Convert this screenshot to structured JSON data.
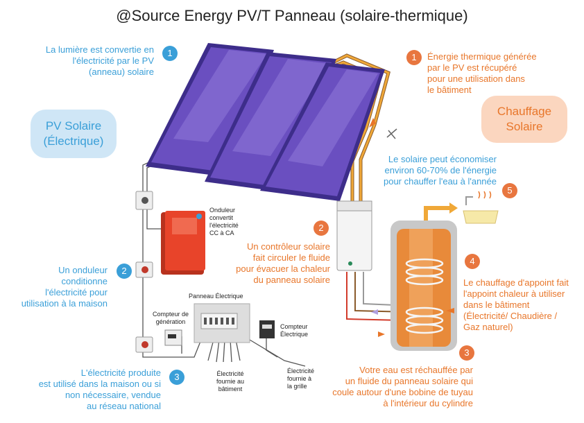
{
  "title": "@Source Energy PV/T Panneau (solaire-thermique)",
  "pv_label": "PV Solaire\n(Électrique)",
  "heat_label": "Chauffage\nSolaire",
  "pv_steps": [
    {
      "num": "1",
      "text": "La lumière est convertie en\nl'électricité par le PV\n(anneau) solaire"
    },
    {
      "num": "2",
      "text": "Un onduleur\nconditionne\nl'électricité pour\nutilisation à la maison"
    },
    {
      "num": "3",
      "text": "L'électricité produite\nest utilisé dans la maison ou si\nnon nécessaire, vendue\nau réseau national"
    }
  ],
  "heat_steps": [
    {
      "num": "1",
      "text": "Énergie thermique générée\npar le PV est récupéré\npour une utilisation dans\nle bâtiment"
    },
    {
      "num": "2",
      "text": "Un contrôleur solaire\nfait circuler le fluide\npour évacuer la chaleur\ndu panneau solaire"
    },
    {
      "num": "3",
      "text": "Votre eau est réchauffée par\nun fluide du panneau solaire qui\ncoule autour d'une bobine de tuyau\nà l'intérieur du cylindre"
    },
    {
      "num": "4",
      "text": "Le chauffage d'appoint fait\nl'appoint chaleur à utiliser\ndans le bâtiment\n(Électricité/ Chaudière /\nGaz naturel)"
    },
    {
      "num": "5",
      "text": "Le solaire peut économiser\nenviron 60-70% de l'énergie\npour chauffer l'eau à l'année"
    }
  ],
  "components": {
    "inverter": "Onduleur\nconvertit\nl'électricité\nCC à CA",
    "panel": "Panneau Électrique",
    "gen_meter": "Compteur de\ngénération",
    "elec_meter": "Compteur\nÉlectrique",
    "supply_building": "Électricité\nfournie au\nbâtiment",
    "supply_grid": "Électricité\nfournie à\nla grille"
  },
  "colors": {
    "blue": "#3a9fd8",
    "orange": "#e8762a",
    "pipe": "#f0a838",
    "panel": "#6a4fc0",
    "inverter": "#e8442a",
    "tank": "#e88a3a"
  },
  "icons": [
    "solar-panel-icon",
    "inverter-icon",
    "electric-panel-icon",
    "meter-icon",
    "controller-icon",
    "water-tank-icon",
    "bathtub-icon",
    "switch-icon"
  ]
}
